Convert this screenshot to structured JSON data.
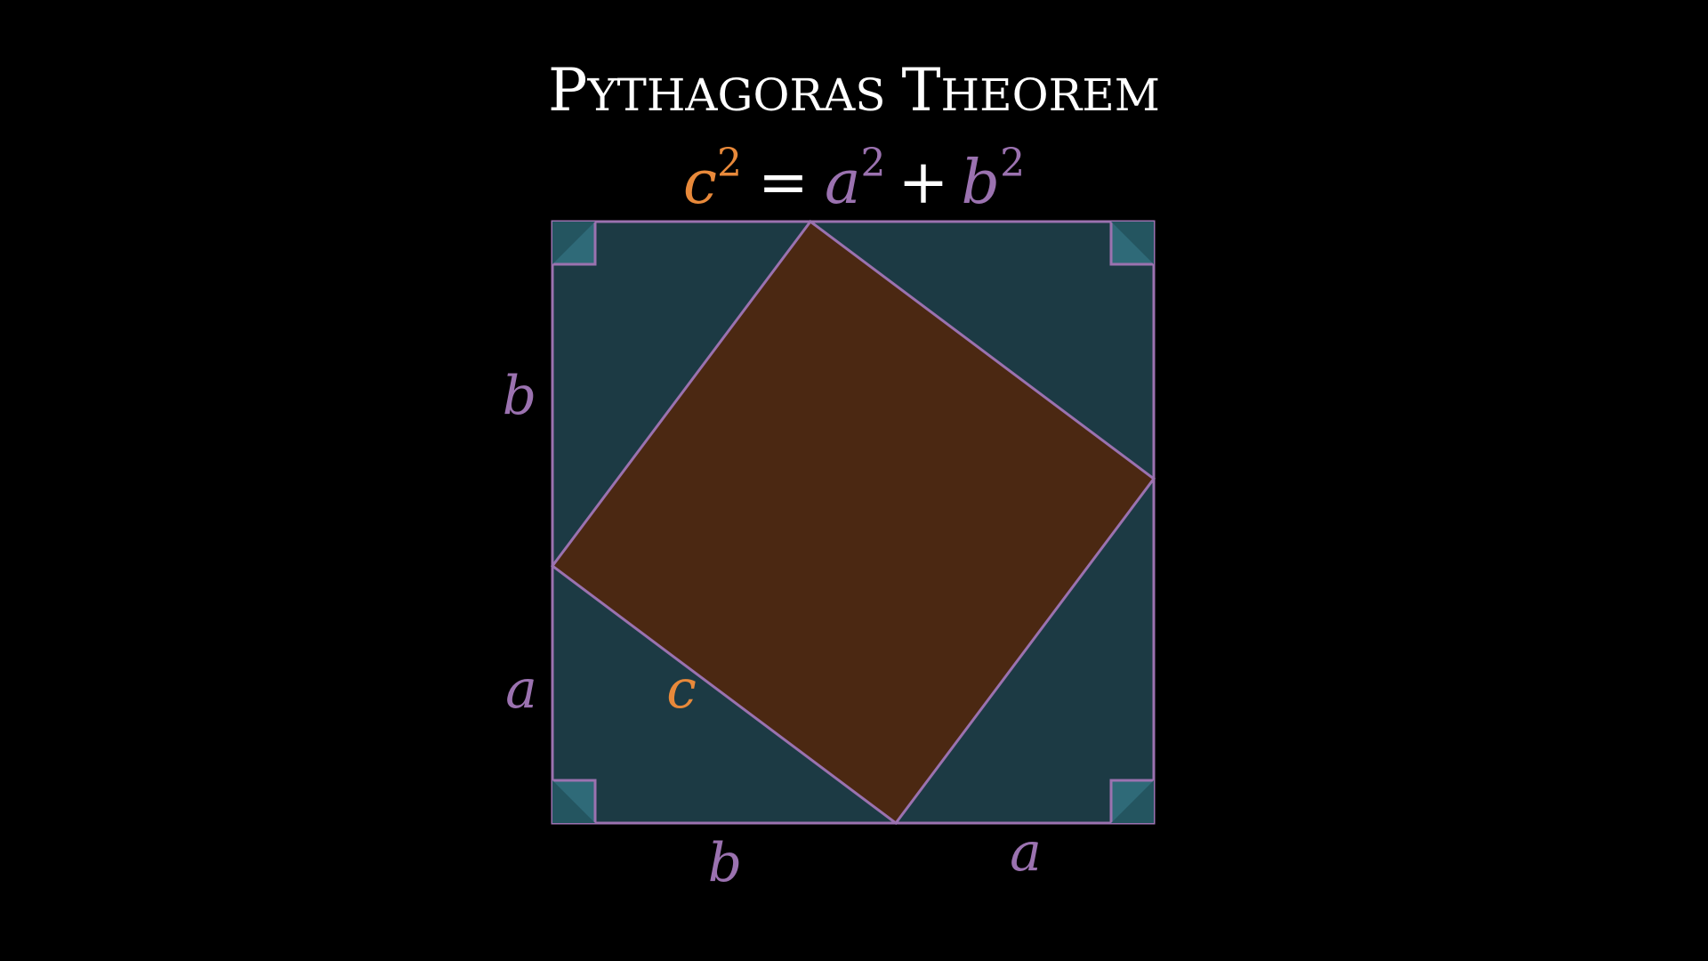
{
  "title": {
    "first_word_initial": "P",
    "first_word_rest": "YTHAGORAS",
    "second_word_initial": "T",
    "second_word_rest": "HEOREM"
  },
  "equation": {
    "lhs_var": "c",
    "lhs_exp": "2",
    "equals": "=",
    "rhs1_var": "a",
    "rhs1_exp": "2",
    "plus": "+",
    "rhs2_var": "b",
    "rhs2_exp": "2"
  },
  "labels": {
    "left_upper": "b",
    "left_lower": "a",
    "bottom_left": "b",
    "bottom_right": "a",
    "hypotenuse": "c"
  },
  "colors": {
    "background": "#000000",
    "outer_square_fill": "#1c3a44",
    "inner_square_fill": "#4b2812",
    "outline": "#9b72b0",
    "corner_marker": "#2f6a78",
    "corner_marker_dark": "#245560",
    "purple_text": "#9b72b0",
    "orange_text": "#e8893a",
    "white_text": "#ffffff"
  }
}
